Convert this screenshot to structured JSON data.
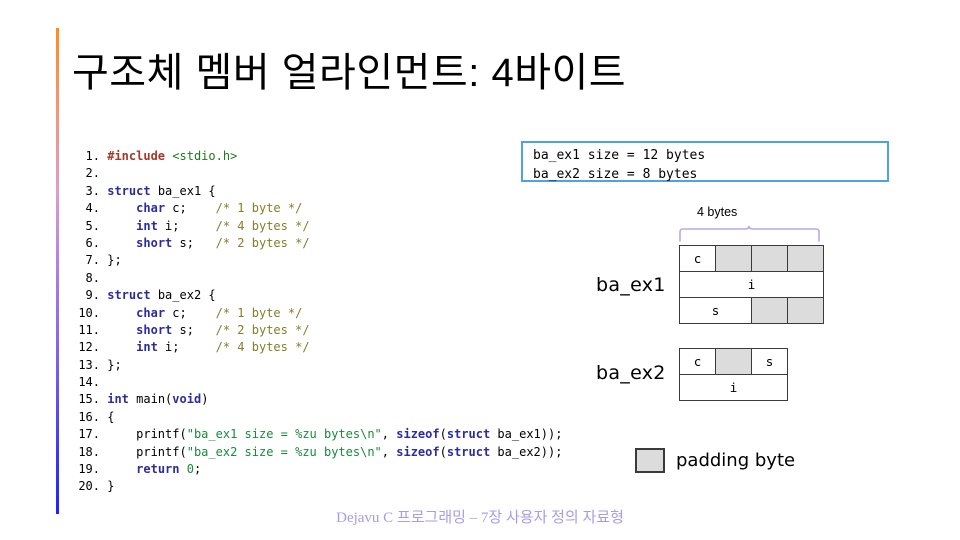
{
  "slide": {
    "title": "구조체 멤버 얼라인먼트: 4바이트",
    "footer": "Dejavu C 프로그래밍 – 7장 사용자 정의 자료형",
    "accent_colors": {
      "top": "#ff8c1a",
      "middle": "#a87ae8",
      "bottom": "#2222ff"
    }
  },
  "code": {
    "language": "c",
    "lines": [
      {
        "n": "1.",
        "tokens": [
          {
            "t": "#include ",
            "c": "pp"
          },
          {
            "t": "<stdio.h>",
            "c": "hdr"
          }
        ]
      },
      {
        "n": "2.",
        "tokens": []
      },
      {
        "n": "3.",
        "tokens": [
          {
            "t": "struct",
            "c": "kw"
          },
          {
            "t": " ba_ex1 {",
            "c": "plain"
          }
        ]
      },
      {
        "n": "4.",
        "tokens": [
          {
            "t": "    ",
            "c": "plain"
          },
          {
            "t": "char",
            "c": "kw"
          },
          {
            "t": " c;    ",
            "c": "plain"
          },
          {
            "t": "/* 1 byte */",
            "c": "cmt"
          }
        ]
      },
      {
        "n": "5.",
        "tokens": [
          {
            "t": "    ",
            "c": "plain"
          },
          {
            "t": "int",
            "c": "kw"
          },
          {
            "t": " i;     ",
            "c": "plain"
          },
          {
            "t": "/* 4 bytes */",
            "c": "cmt"
          }
        ]
      },
      {
        "n": "6.",
        "tokens": [
          {
            "t": "    ",
            "c": "plain"
          },
          {
            "t": "short",
            "c": "kw"
          },
          {
            "t": " s;   ",
            "c": "plain"
          },
          {
            "t": "/* 2 bytes */",
            "c": "cmt"
          }
        ]
      },
      {
        "n": "7.",
        "tokens": [
          {
            "t": "};",
            "c": "plain"
          }
        ]
      },
      {
        "n": "8.",
        "tokens": []
      },
      {
        "n": "9.",
        "tokens": [
          {
            "t": "struct",
            "c": "kw"
          },
          {
            "t": " ba_ex2 {",
            "c": "plain"
          }
        ]
      },
      {
        "n": "10.",
        "tokens": [
          {
            "t": "    ",
            "c": "plain"
          },
          {
            "t": "char",
            "c": "kw"
          },
          {
            "t": " c;    ",
            "c": "plain"
          },
          {
            "t": "/* 1 byte */",
            "c": "cmt"
          }
        ]
      },
      {
        "n": "11.",
        "tokens": [
          {
            "t": "    ",
            "c": "plain"
          },
          {
            "t": "short",
            "c": "kw"
          },
          {
            "t": " s;   ",
            "c": "plain"
          },
          {
            "t": "/* 2 bytes */",
            "c": "cmt"
          }
        ]
      },
      {
        "n": "12.",
        "tokens": [
          {
            "t": "    ",
            "c": "plain"
          },
          {
            "t": "int",
            "c": "kw"
          },
          {
            "t": " i;     ",
            "c": "plain"
          },
          {
            "t": "/* 4 bytes */",
            "c": "cmt"
          }
        ]
      },
      {
        "n": "13.",
        "tokens": [
          {
            "t": "};",
            "c": "plain"
          }
        ]
      },
      {
        "n": "14.",
        "tokens": []
      },
      {
        "n": "15.",
        "tokens": [
          {
            "t": "int",
            "c": "kw"
          },
          {
            "t": " main(",
            "c": "plain"
          },
          {
            "t": "void",
            "c": "kw"
          },
          {
            "t": ")",
            "c": "plain"
          }
        ]
      },
      {
        "n": "16.",
        "tokens": [
          {
            "t": "{",
            "c": "plain"
          }
        ]
      },
      {
        "n": "17.",
        "tokens": [
          {
            "t": "    printf(",
            "c": "plain"
          },
          {
            "t": "\"ba_ex1 size = %zu bytes\\n\"",
            "c": "str"
          },
          {
            "t": ", ",
            "c": "plain"
          },
          {
            "t": "sizeof",
            "c": "kw"
          },
          {
            "t": "(",
            "c": "plain"
          },
          {
            "t": "struct",
            "c": "kw"
          },
          {
            "t": " ba_ex1));",
            "c": "plain"
          }
        ]
      },
      {
        "n": "18.",
        "tokens": [
          {
            "t": "    printf(",
            "c": "plain"
          },
          {
            "t": "\"ba_ex2 size = %zu bytes\\n\"",
            "c": "str"
          },
          {
            "t": ", ",
            "c": "plain"
          },
          {
            "t": "sizeof",
            "c": "kw"
          },
          {
            "t": "(",
            "c": "plain"
          },
          {
            "t": "struct",
            "c": "kw"
          },
          {
            "t": " ba_ex2));",
            "c": "plain"
          }
        ]
      },
      {
        "n": "19.",
        "tokens": [
          {
            "t": "    ",
            "c": "plain"
          },
          {
            "t": "return",
            "c": "kw"
          },
          {
            "t": " ",
            "c": "plain"
          },
          {
            "t": "0",
            "c": "num"
          },
          {
            "t": ";",
            "c": "plain"
          }
        ]
      },
      {
        "n": "20.",
        "tokens": [
          {
            "t": "}",
            "c": "plain"
          }
        ]
      }
    ]
  },
  "output": {
    "border_color": "#4fa3e3",
    "line1": "ba_ex1 size = 12 bytes",
    "line2": "ba_ex2 size = 8 bytes"
  },
  "diagram": {
    "width_label": "4 bytes",
    "brace_color": "#b9a8e8",
    "padding_color": "#dcdcdc",
    "legend_text": "padding byte",
    "structs": [
      {
        "name": "ba_ex1",
        "rows": [
          [
            {
              "label": "c",
              "span": 1,
              "pad": false
            },
            {
              "label": "",
              "span": 1,
              "pad": true
            },
            {
              "label": "",
              "span": 1,
              "pad": true
            },
            {
              "label": "",
              "span": 1,
              "pad": true
            }
          ],
          [
            {
              "label": "i",
              "span": 4,
              "pad": false
            }
          ],
          [
            {
              "label": "s",
              "span": 2,
              "pad": false
            },
            {
              "label": "",
              "span": 1,
              "pad": true
            },
            {
              "label": "",
              "span": 1,
              "pad": true
            }
          ]
        ]
      },
      {
        "name": "ba_ex2",
        "rows": [
          [
            {
              "label": "c",
              "span": 1,
              "pad": false
            },
            {
              "label": "",
              "span": 1,
              "pad": true
            },
            {
              "label": "s",
              "span": 2,
              "pad": false
            }
          ],
          [
            {
              "label": "i",
              "span": 4,
              "pad": false
            }
          ]
        ]
      }
    ]
  }
}
